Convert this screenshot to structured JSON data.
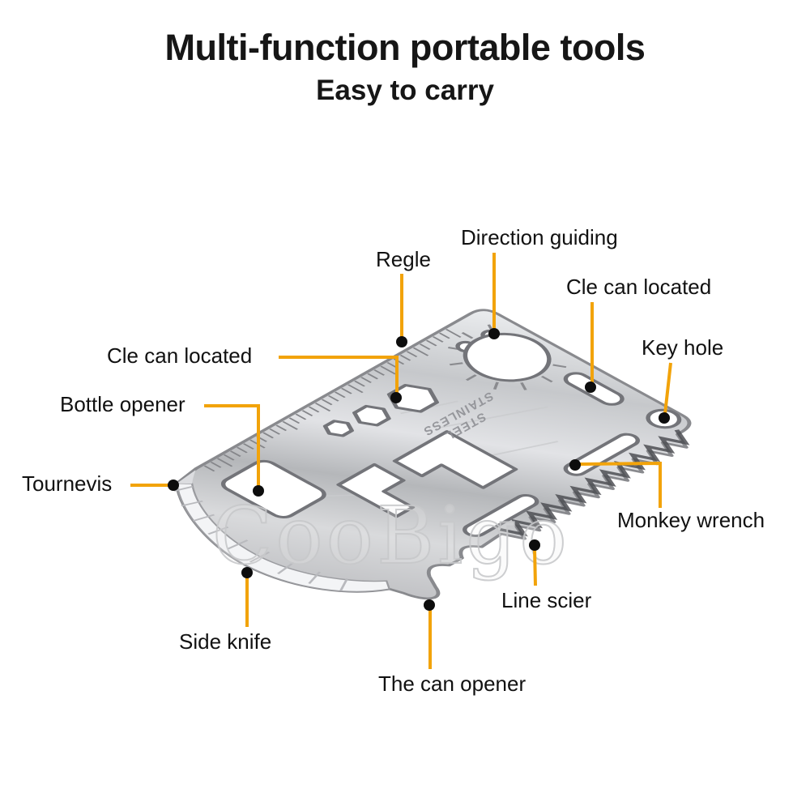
{
  "header": {
    "title": "Multi-function portable tools",
    "subtitle": "Easy to carry"
  },
  "product": {
    "watermark": "CooBigo",
    "engraving": {
      "line1": "STAINLESS",
      "line2": "STEEL"
    }
  },
  "annotations": {
    "direction_guiding": "Direction guiding",
    "regle": "Regle",
    "cle_can_located_top": "Cle can located",
    "key_hole": "Key hole",
    "cle_can_located_left": "Cle can located",
    "bottle_opener": "Bottle opener",
    "tournevis": "Tournevis",
    "monkey_wrench": "Monkey wrench",
    "line_scier": "Line scier",
    "side_knife": "Side knife",
    "the_can_opener": "The can opener"
  },
  "colors": {
    "leader_line": "#F2A30A",
    "callout_dot": "#0d0d0d",
    "label_text": "#111111",
    "title_text": "#161616"
  }
}
